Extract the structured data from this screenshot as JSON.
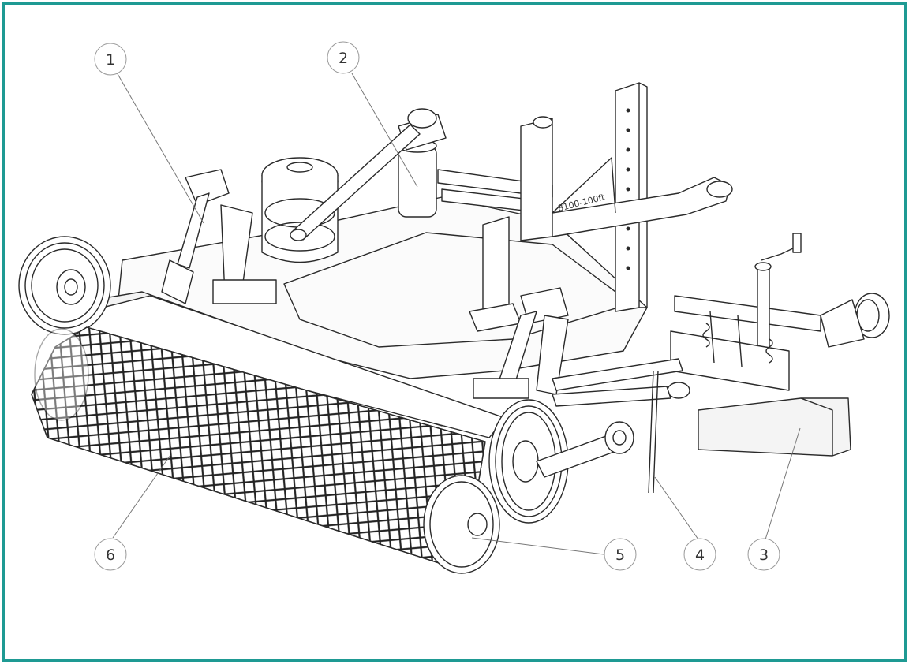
{
  "colors": {
    "frame": "#1e9a93",
    "line": "#2a2a2a",
    "leader": "#777777",
    "callout_border": "#9a9a9a"
  },
  "model_label": "8100-100ft",
  "callouts": [
    {
      "number": "1"
    },
    {
      "number": "2"
    },
    {
      "number": "3"
    },
    {
      "number": "4"
    },
    {
      "number": "5"
    },
    {
      "number": "6"
    }
  ]
}
